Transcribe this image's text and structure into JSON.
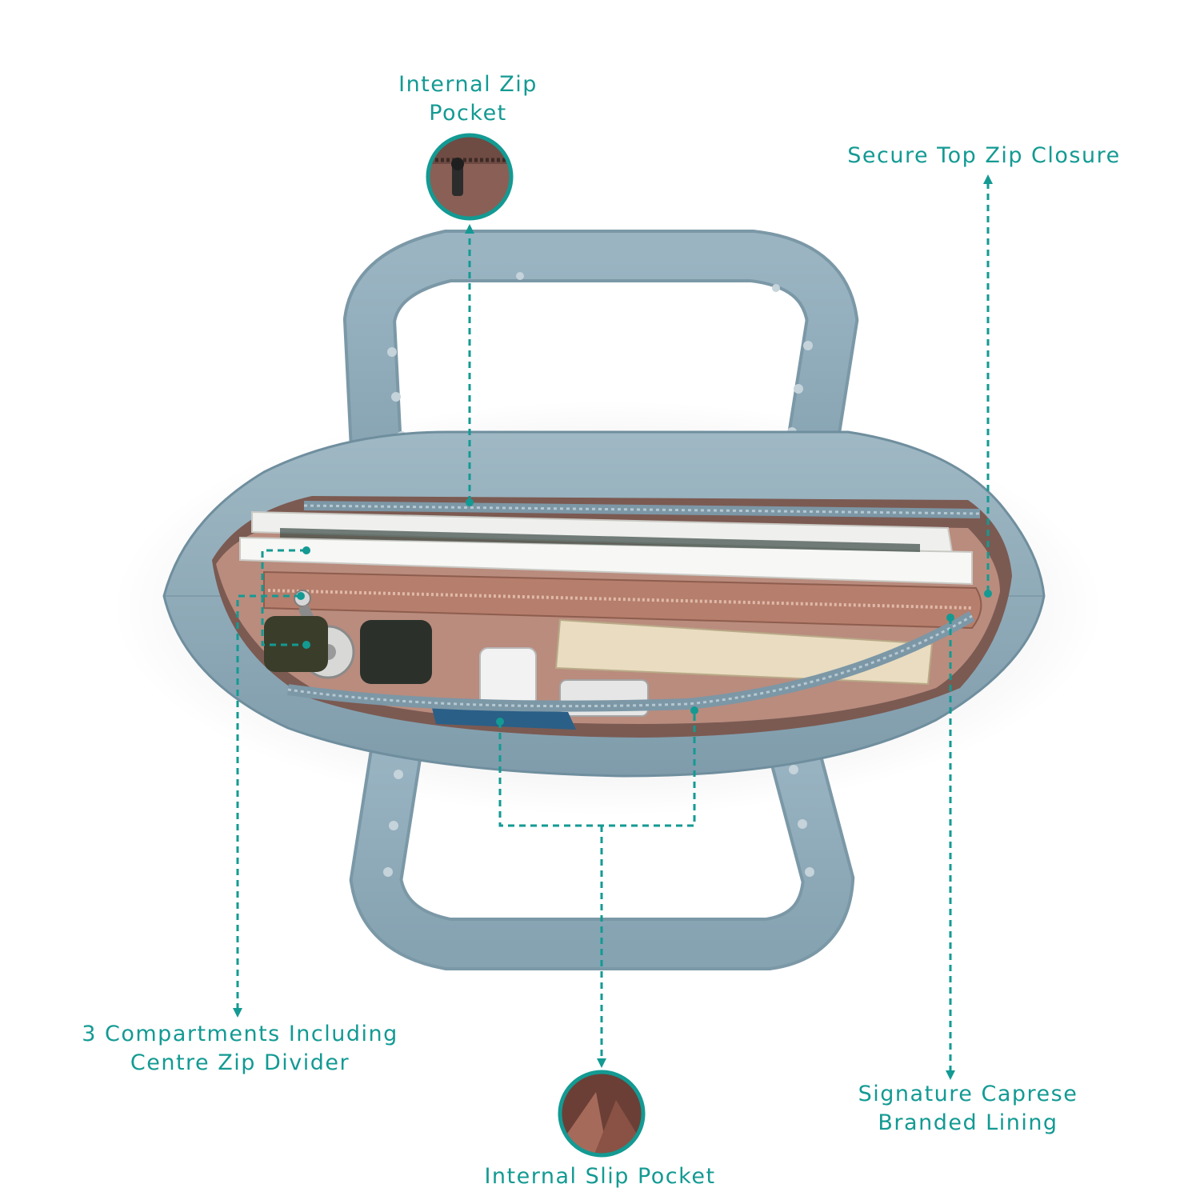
{
  "colors": {
    "accent": "#139a93",
    "bag": "#8eaab8",
    "lining": "#b98c7e",
    "background": "#ffffff"
  },
  "callouts": {
    "internal_zip_pocket": {
      "line1": "Internal Zip",
      "line2": "Pocket"
    },
    "secure_top_zip": {
      "line1": "Secure Top Zip Closure"
    },
    "compartments": {
      "line1": "3 Compartments Including",
      "line2": "Centre Zip Divider"
    },
    "branded_lining": {
      "line1": "Signature Caprese",
      "line2": "Branded Lining"
    },
    "internal_slip_pocket": {
      "line1": "Internal Slip Pocket"
    }
  }
}
